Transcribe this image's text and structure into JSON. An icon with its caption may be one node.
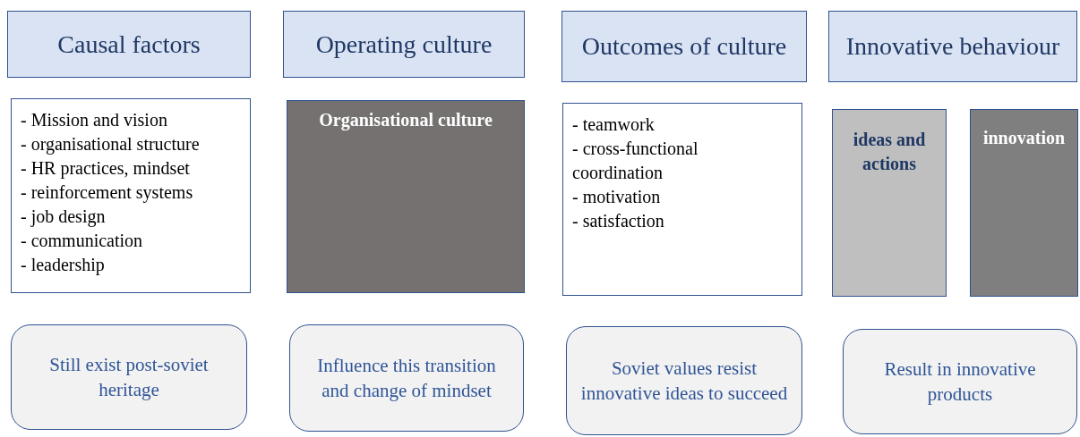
{
  "diagram": {
    "nodes": [
      {
        "text": [
          "Causal factors"
        ]
      },
      {
        "text": [
          "Operating culture"
        ]
      },
      {
        "text": [
          "Outcomes of culture"
        ]
      },
      {
        "text": [
          "Innovative behaviour"
        ]
      },
      {
        "text": [
          "- Mission and vision",
          "- organisational structure",
          "- HR practices, mindset",
          "- reinforcement systems",
          "- job design",
          "- communication",
          "- leadership"
        ]
      },
      {
        "text": [
          "Organisational culture"
        ]
      },
      {
        "text": [
          "- teamwork",
          "- cross-functional coordination",
          "- motivation",
          "- satisfaction"
        ]
      },
      {
        "text": [
          "ideas and actions"
        ]
      },
      {
        "text": [
          "innovation"
        ]
      },
      {
        "text": [
          "Still exist post-soviet heritage"
        ]
      },
      {
        "text": [
          "Influence this transition and change of mindset"
        ]
      },
      {
        "text": [
          "Soviet values resist innovative ideas to succeed"
        ]
      },
      {
        "text": [
          "Result in innovative products"
        ]
      }
    ],
    "edges": []
  }
}
